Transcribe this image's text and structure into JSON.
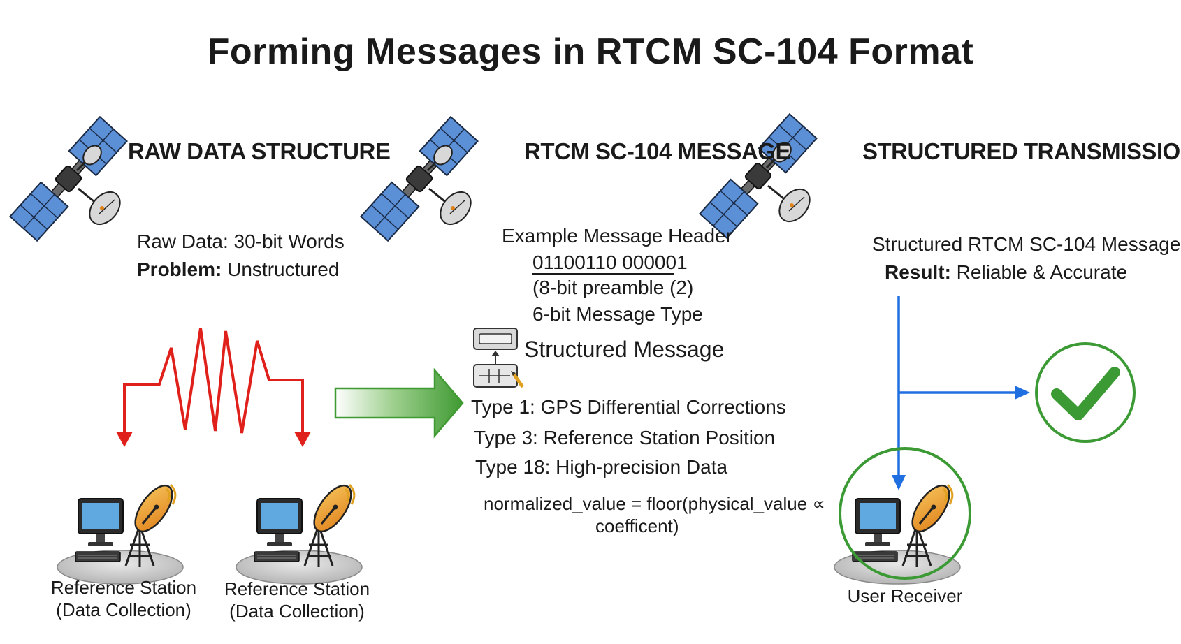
{
  "title": "Forming Messages in RTCM SC-104 Format",
  "columns": [
    {
      "heading": "RAW DATA STRUCTURE",
      "lines": [
        {
          "bold": "",
          "text": "Raw Data: 30-bit Words"
        },
        {
          "bold": "Problem:",
          "text": " Unstructured"
        }
      ]
    },
    {
      "heading": "RTCM SC-104 MESSAGE",
      "header_label": "Example Message Header",
      "bits": "01100110 000001",
      "preamble": "(8-bit preamble (2)",
      "msg_type": "6-bit Message Type",
      "structured_label": "Structured Message",
      "types": [
        "Type 1: GPS Differential Corrections",
        "Type 3: Reference Station Position",
        "Type 18: High-precision Data"
      ],
      "formula_line1": "normalized_value = floor(physical_value ∝",
      "formula_line2": "coefficent)"
    },
    {
      "heading": "STRUCTURED TRANSMISSION",
      "lines": [
        {
          "bold": "",
          "text": "Structured RTCM SC-104 Message"
        },
        {
          "bold": "Result:",
          "text": " Reliable & Accurate"
        }
      ]
    }
  ],
  "stations": [
    {
      "line1": "Reference Station",
      "line2": "(Data Collection)"
    },
    {
      "line1": "Reference Station",
      "line2": "(Data Collection)"
    }
  ],
  "receiver_label": "User Receiver",
  "colors": {
    "raw_signal": "#e0201b",
    "flow_arrow": "#4a9a3c",
    "transmission": "#1f6fe0",
    "check": "#3b9a34",
    "panel": "#5b8fd6"
  },
  "icons": [
    "satellite-icon",
    "computer-icon",
    "dish-antenna-icon",
    "checkmark-icon",
    "structured-message-icon"
  ]
}
